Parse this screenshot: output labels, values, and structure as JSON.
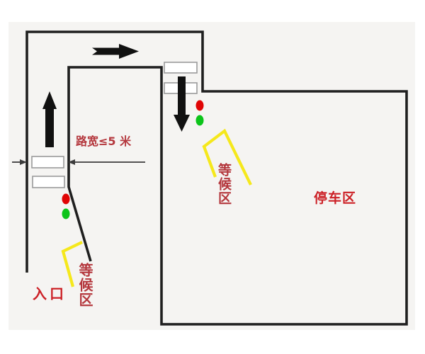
{
  "diagram": {
    "title_context": "parking-entrance-traffic-diagram",
    "labels": {
      "road_width": "路宽≤5 米",
      "entrance": "入口",
      "parking_area": "停车区",
      "waiting_area_left": "等候区",
      "waiting_area_right": "等候区"
    },
    "colors": {
      "wall_black": "#1f1f1f",
      "label_red_bright": "#cc2127",
      "label_red_dark": "#b4373d",
      "signal_red": "#e00505",
      "signal_green": "#0cc41a",
      "marking_yellow": "#f5e81c",
      "canvas_gray": "#f5f4f2",
      "gate_border_gray": "#9a9a9a"
    }
  }
}
